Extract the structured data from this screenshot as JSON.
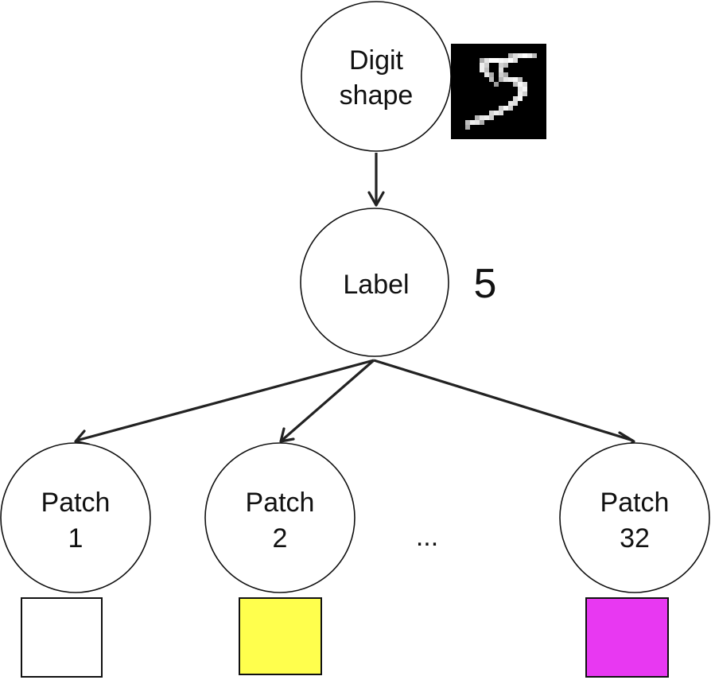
{
  "nodes": {
    "digit_shape": {
      "line1": "Digit",
      "line2": "shape"
    },
    "label": {
      "text": "Label"
    },
    "patch_1": {
      "line1": "Patch",
      "line2": "1"
    },
    "patch_2": {
      "line1": "Patch",
      "line2": "2"
    },
    "patch_32": {
      "line1": "Patch",
      "line2": "32"
    }
  },
  "label_value": "5",
  "ellipsis": "...",
  "digit_image": {
    "depicts": "handwritten digit 5 (MNIST style)"
  },
  "patch_colors": {
    "patch_1": "#ffffff",
    "patch_2": "#ffff4d",
    "patch_32": "#e838f2"
  },
  "edge_color": "#222222",
  "edges": [
    {
      "from": "digit_shape",
      "to": "label"
    },
    {
      "from": "label",
      "to": "patch_1"
    },
    {
      "from": "label",
      "to": "patch_2"
    },
    {
      "from": "label",
      "to": "patch_32"
    }
  ]
}
